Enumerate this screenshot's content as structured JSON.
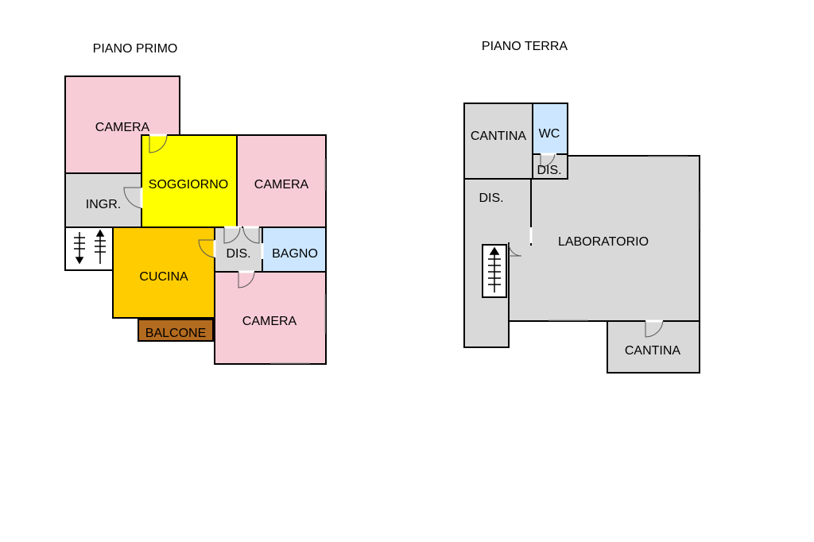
{
  "floors": {
    "first": {
      "title": "PIANO PRIMO"
    },
    "ground": {
      "title": "PIANO TERRA"
    }
  },
  "rooms": {
    "camera_top": "CAMERA",
    "soggiorno": "SOGGIORNO",
    "camera_right": "CAMERA",
    "ingresso": "INGR.",
    "cucina": "CUCINA",
    "disimpegno_first": "DIS.",
    "bagno": "BAGNO",
    "camera_bottom": "CAMERA",
    "balcone": "BALCONE",
    "cantina_left": "CANTINA",
    "wc": "WC",
    "disimpegno_small": "DIS.",
    "disimpegno_ground": "DIS.",
    "laboratorio": "LABORATORIO",
    "cantina_bottom": "CANTINA"
  },
  "colors": {
    "camera": "#F7CCD6",
    "soggiorno": "#FFFF00",
    "cucina": "#FFCC00",
    "balcone": "#B36B1F",
    "bagno": "#CCE6FF",
    "service": "#D9D9D9",
    "wall": "#000000"
  },
  "icons": {
    "stairs_first": "stairs-up-down-icon",
    "stairs_ground": "stairs-up-icon"
  }
}
